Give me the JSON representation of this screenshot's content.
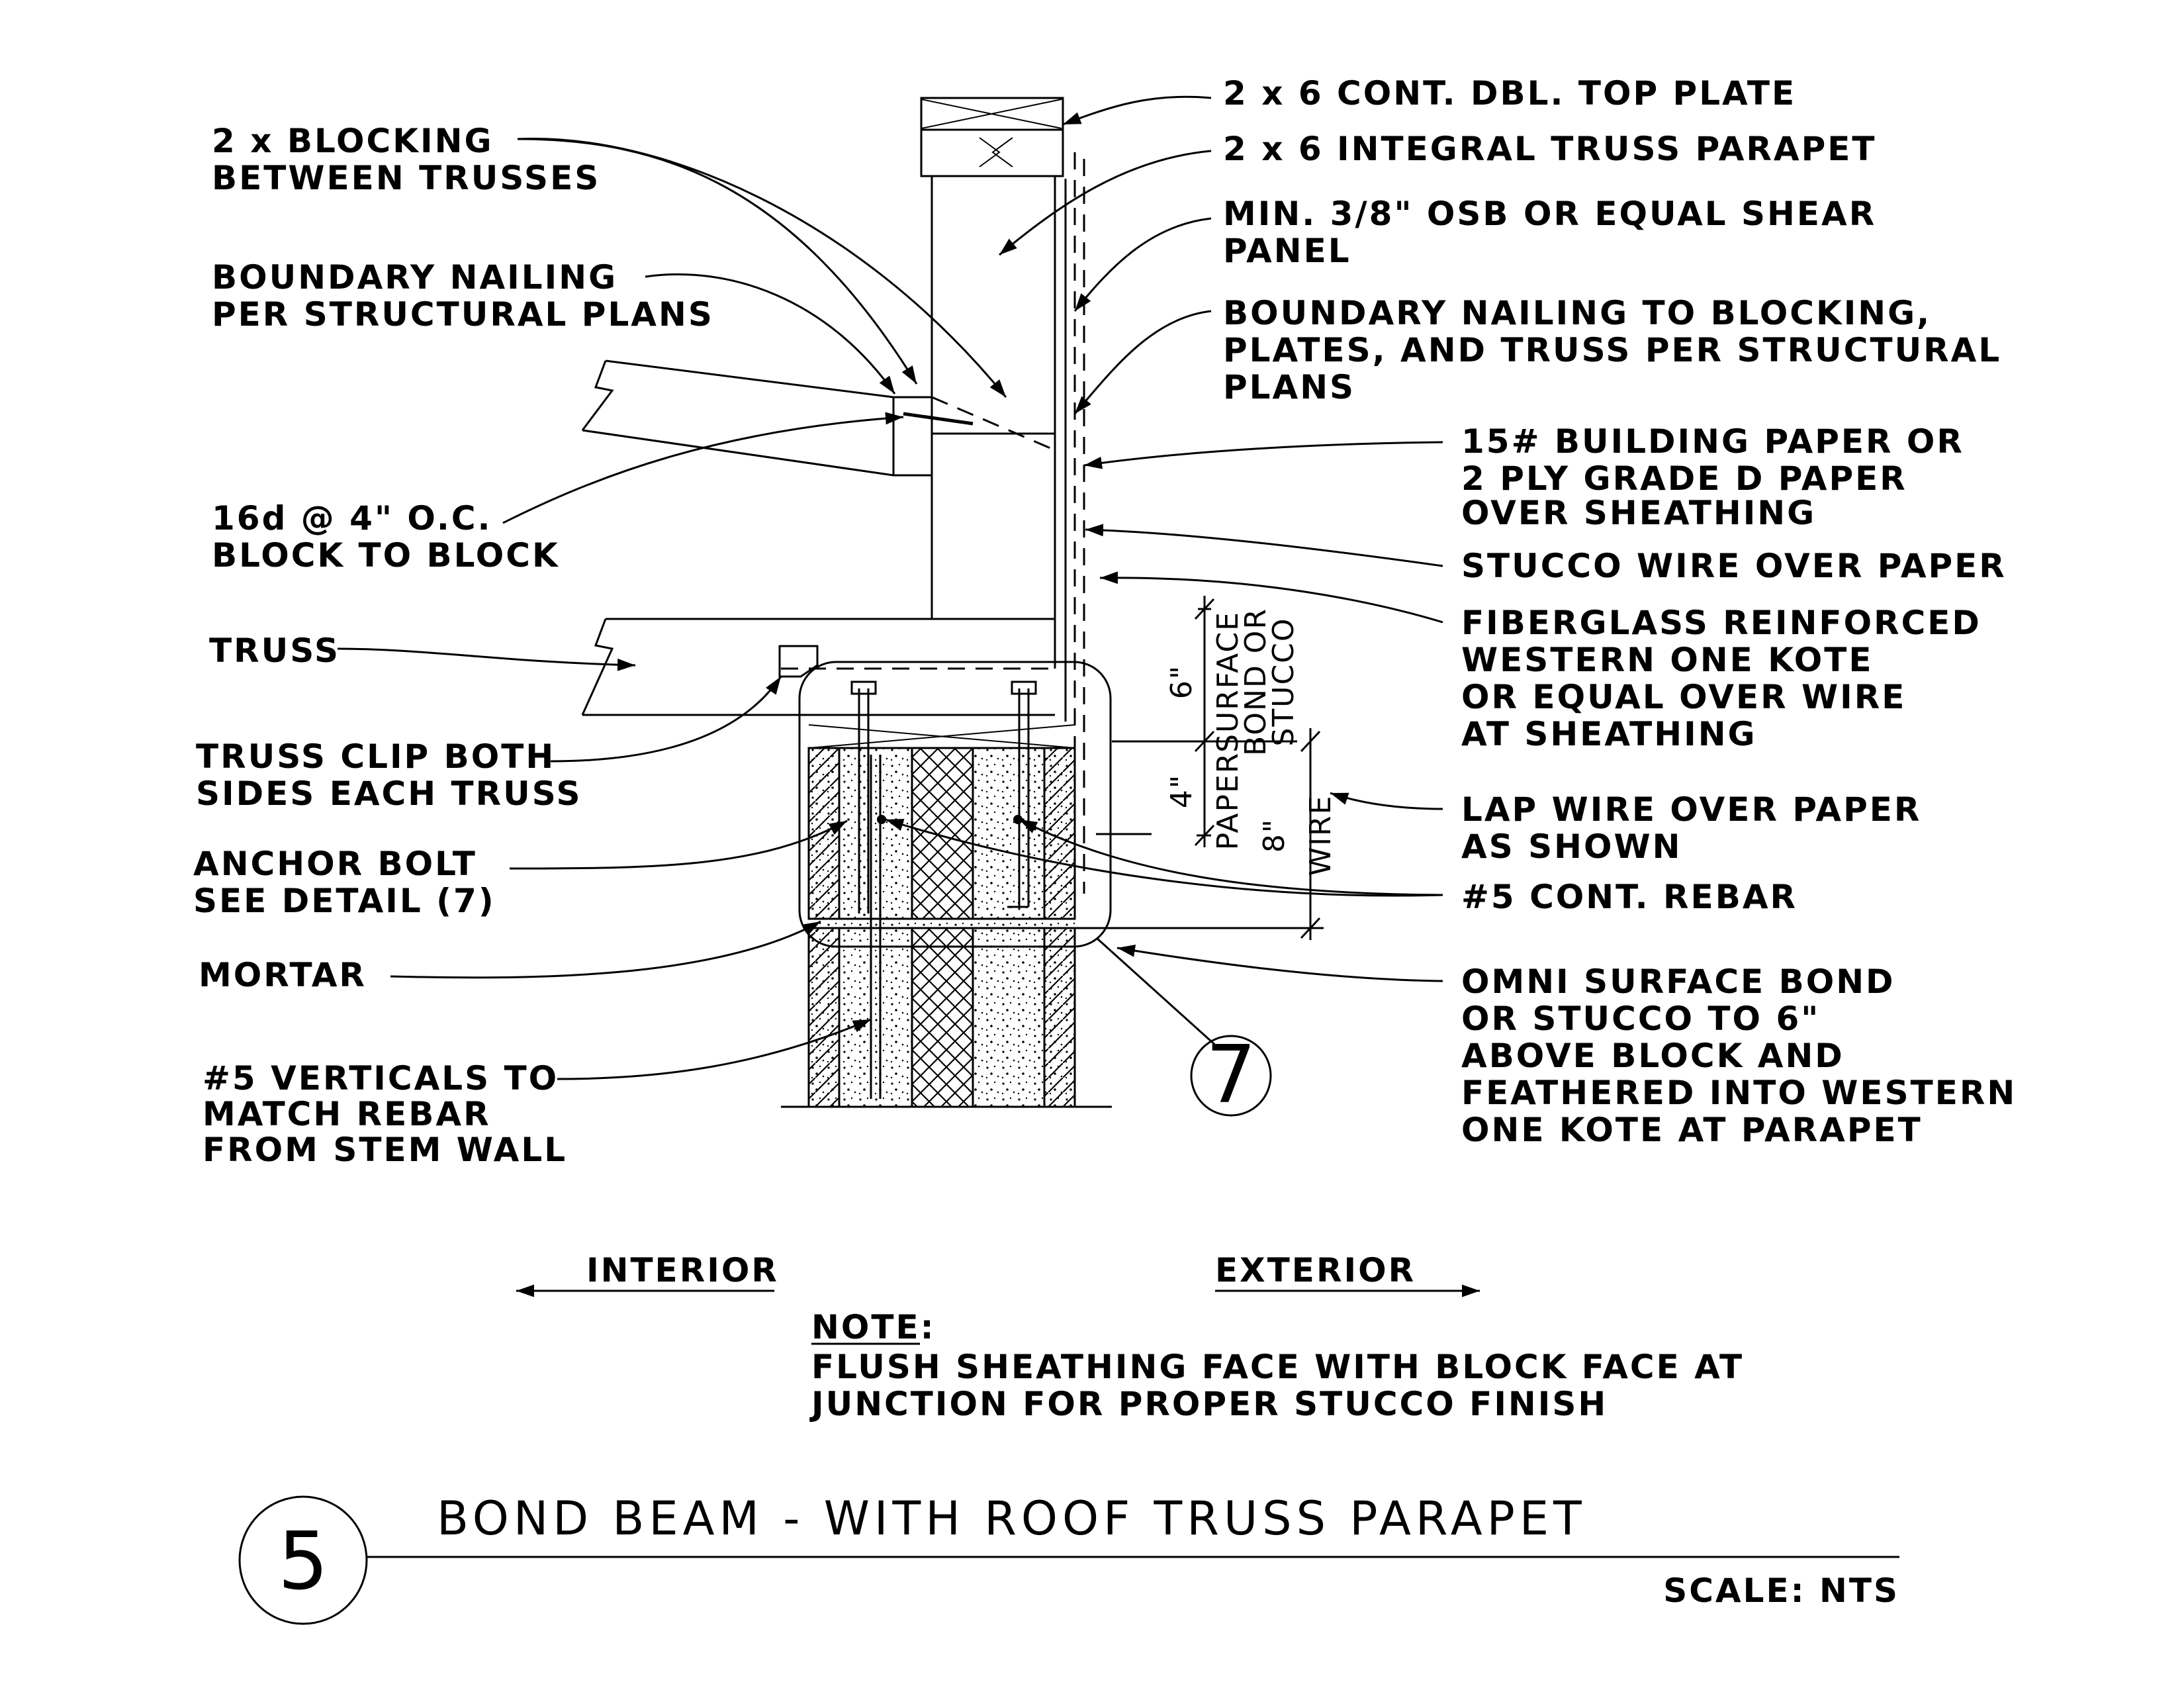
{
  "labels": {
    "top_plate": "2 x 6 CONT. DBL. TOP PLATE",
    "truss_parapet": "2 x 6 INTEGRAL TRUSS PARAPET",
    "osb_1": "MIN. 3/8\" OSB OR EQUAL SHEAR",
    "osb_2": "PANEL",
    "boundary_blocking_1": "BOUNDARY NAILING TO BLOCKING,",
    "boundary_blocking_2": "PLATES, AND TRUSS PER STRUCTURAL",
    "boundary_blocking_3": "PLANS",
    "building_paper_1": "15# BUILDING PAPER OR",
    "building_paper_2": "2 PLY GRADE D PAPER",
    "building_paper_3": "OVER SHEATHING",
    "stucco_wire": "STUCCO WIRE OVER PAPER",
    "fiberglass_1": "FIBERGLASS REINFORCED",
    "fiberglass_2": "WESTERN ONE KOTE",
    "fiberglass_3": "OR EQUAL OVER WIRE",
    "fiberglass_4": "AT SHEATHING",
    "lap_wire_1": "LAP WIRE OVER PAPER",
    "lap_wire_2": "AS SHOWN",
    "cont_rebar": "#5 CONT. REBAR",
    "omni_1": "OMNI SURFACE BOND",
    "omni_2": "OR STUCCO TO 6\"",
    "omni_3": "ABOVE BLOCK AND",
    "omni_4": "FEATHERED INTO WESTERN",
    "omni_5": "ONE KOTE AT PARAPET",
    "blocking_1": "2 x BLOCKING",
    "blocking_2": "BETWEEN TRUSSES",
    "boundary_nailing_1": "BOUNDARY NAILING",
    "boundary_nailing_2": "PER STRUCTURAL PLANS",
    "nail_16d_1": "16d @ 4\" O.C.",
    "nail_16d_2": "BLOCK TO BLOCK",
    "truss": "TRUSS",
    "truss_clip_1": "TRUSS CLIP BOTH",
    "truss_clip_2": "SIDES EACH TRUSS",
    "anchor_bolt_1": "ANCHOR BOLT",
    "anchor_bolt_2": "SEE DETAIL (7)",
    "mortar": "MORTAR",
    "verticals_1": "#5 VERTICALS TO",
    "verticals_2": "MATCH REBAR",
    "verticals_3": "FROM STEM WALL"
  },
  "dimensions": {
    "six_inch": "6\"",
    "four_inch": "4\"",
    "eight_inch": "8\"",
    "surface_bond_1": "SURFACE",
    "surface_bond_2": "BOND OR",
    "surface_bond_3": "STUCCO",
    "paper": "PAPER",
    "wire": "WIRE"
  },
  "callout": {
    "detail_ref": "7"
  },
  "directions": {
    "interior": "INTERIOR",
    "exterior": "EXTERIOR"
  },
  "note": {
    "heading": "NOTE:",
    "line_1": "FLUSH SHEATHING FACE WITH BLOCK FACE AT",
    "line_2": "JUNCTION FOR PROPER  STUCCO  FINISH"
  },
  "title_block": {
    "detail_number": "5",
    "title": "BOND BEAM - WITH ROOF TRUSS PARAPET",
    "scale": "SCALE: NTS"
  }
}
